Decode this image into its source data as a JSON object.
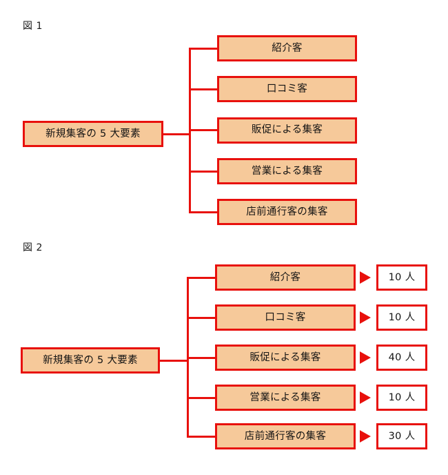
{
  "page": {
    "background": "#ffffff",
    "accent_red": "#e8100c",
    "node_fill": "#f6c99a",
    "text_color": "#141414"
  },
  "figures": [
    {
      "caption": "図 1",
      "root": {
        "label": "新規集客の 5 大要素"
      },
      "branches": [
        {
          "label": "紹介客"
        },
        {
          "label": "口コミ客"
        },
        {
          "label": "販促による集客"
        },
        {
          "label": "営業による集客"
        },
        {
          "label": "店前通行客の集客"
        }
      ]
    },
    {
      "caption": "図 2",
      "root": {
        "label": "新規集客の 5 大要素"
      },
      "branches": [
        {
          "label": "紹介客",
          "value": "10 人"
        },
        {
          "label": "口コミ客",
          "value": "10 人"
        },
        {
          "label": "販促による集客",
          "value": "40 人"
        },
        {
          "label": "営業による集客",
          "value": "10 人"
        },
        {
          "label": "店前通行客の集客",
          "value": "30 人"
        }
      ]
    }
  ]
}
